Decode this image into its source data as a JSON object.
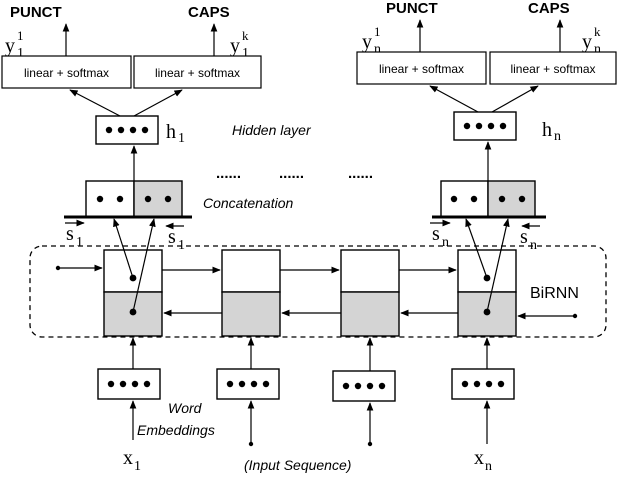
{
  "labels": {
    "punct": "PUNCT",
    "caps": "CAPS",
    "linear_softmax": "linear + softmax",
    "hidden_layer": "Hidden layer",
    "concatenation": "Concatenation",
    "birnn": "BiRNN",
    "word": "Word",
    "embeddings": "Embeddings",
    "input_sequence": "(Input Sequence)",
    "ellipsis": "......"
  },
  "math": {
    "y": "y",
    "h": "h",
    "s": "s",
    "x": "x",
    "sub_1": "1",
    "sub_n": "n",
    "sup_1": "1",
    "sup_k": "k"
  },
  "colors": {
    "shade": "#d4d4d4",
    "stroke": "#000000"
  }
}
